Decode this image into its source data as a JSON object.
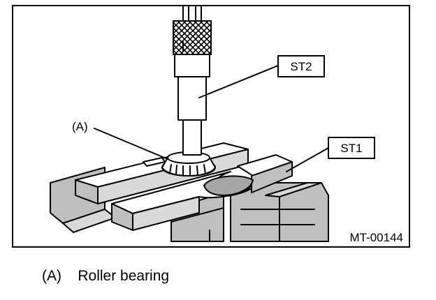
{
  "figure": {
    "callouts": {
      "st2": "ST2",
      "st1": "ST1",
      "a": "(A)"
    },
    "figure_id": "MT-00144"
  },
  "caption": {
    "key": "(A)",
    "text": "Roller bearing"
  },
  "colors": {
    "line": "#000000",
    "shade": "#bfbfbf",
    "background": "#ffffff"
  }
}
